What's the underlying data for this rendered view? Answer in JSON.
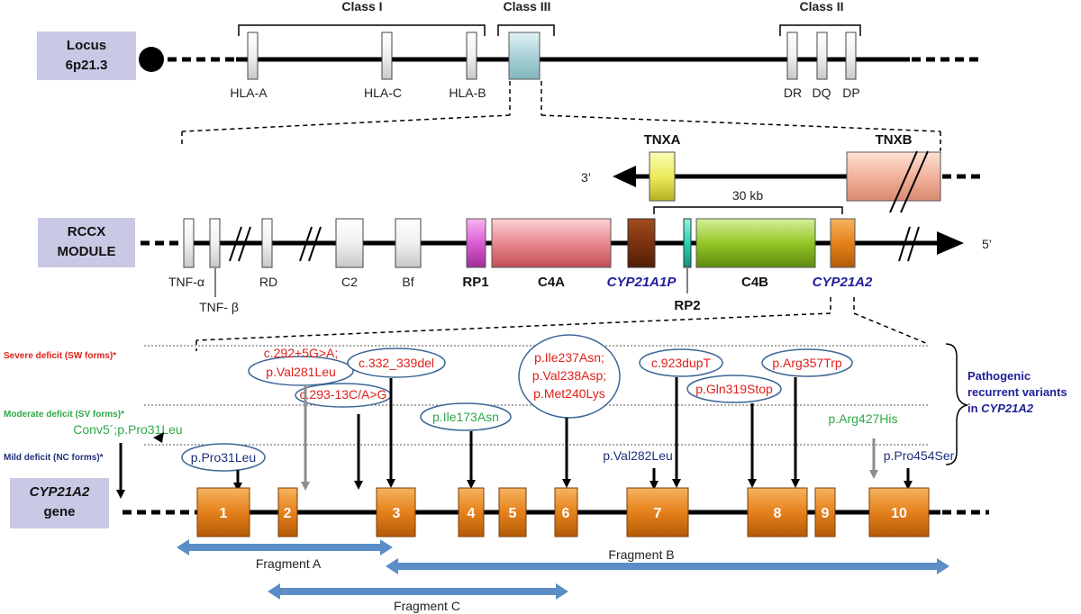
{
  "locus": {
    "label_line1": "Locus",
    "label_line2": "6p21.3",
    "class_i": "Class I",
    "class_iii": "Class III",
    "class_ii": "Class II",
    "genes": [
      "HLA-A",
      "HLA-C",
      "HLA-B",
      "DR",
      "DQ",
      "DP"
    ]
  },
  "tnx": {
    "tnxa": "TNXA",
    "tnxb": "TNXB",
    "three_prime": "3’",
    "span": "30 kb"
  },
  "rccx": {
    "label_line1": "RCCX",
    "label_line2": "MODULE",
    "five_prime": "5’",
    "tnf_a": "TNF-α",
    "tnf_b": "TNF- β",
    "rd": "RD",
    "c2": "C2",
    "bf": "Bf",
    "rp1": "RP1",
    "c4a": "C4A",
    "cyp21a1p": "CYP21A1P",
    "rp2": "RP2",
    "c4b": "C4B",
    "cyp21a2": "CYP21A2"
  },
  "severity": {
    "severe": "Severe deficit (SW forms)*",
    "moderate": "Moderate deficit (SV forms)*",
    "mild": "Mild deficit (NC forms)*",
    "pathogenic_line1": "Pathogenic",
    "pathogenic_line2": "recurrent variants",
    "pathogenic_line3_prefix": "in ",
    "pathogenic_line3_gene": "CYP21A2"
  },
  "variants": {
    "v1a": "c.292+5G>A;",
    "v1b": "p.Val281Leu",
    "v2": "c.332_339del",
    "v3": "c.293-13C/A>G",
    "v4a": "p.Ile237Asn;",
    "v4b": "p.Val238Asp;",
    "v4c": "p.Met240Lys",
    "v5": "c.923dupT",
    "v6": "p.Gln319Stop",
    "v7": "p.Arg357Trp",
    "v8": "p.Ile173Asn",
    "v9": "p.Arg427His",
    "v10": "Conv5´;p.Pro31Leu",
    "v11": "p.Pro31Leu",
    "v12": "p.Val282Leu",
    "v13": "p.Pro454Ser"
  },
  "gene": {
    "label_line1": "CYP21A2",
    "label_line2": "gene",
    "exons": [
      "1",
      "2",
      "3",
      "4",
      "5",
      "6",
      "7",
      "8",
      "9",
      "10"
    ]
  },
  "fragments": {
    "a": "Fragment A",
    "b": "Fragment B",
    "c": "Fragment C"
  },
  "colors": {
    "label_box": "#c9c9e6",
    "severe_red": "#e0201a",
    "moderate_green": "#2ea84a",
    "mild_navy": "#1f2f7a",
    "pill_border": "#3d6796",
    "exon_orange": "#e37c12",
    "fragment_blue": "#5b8ec7"
  }
}
